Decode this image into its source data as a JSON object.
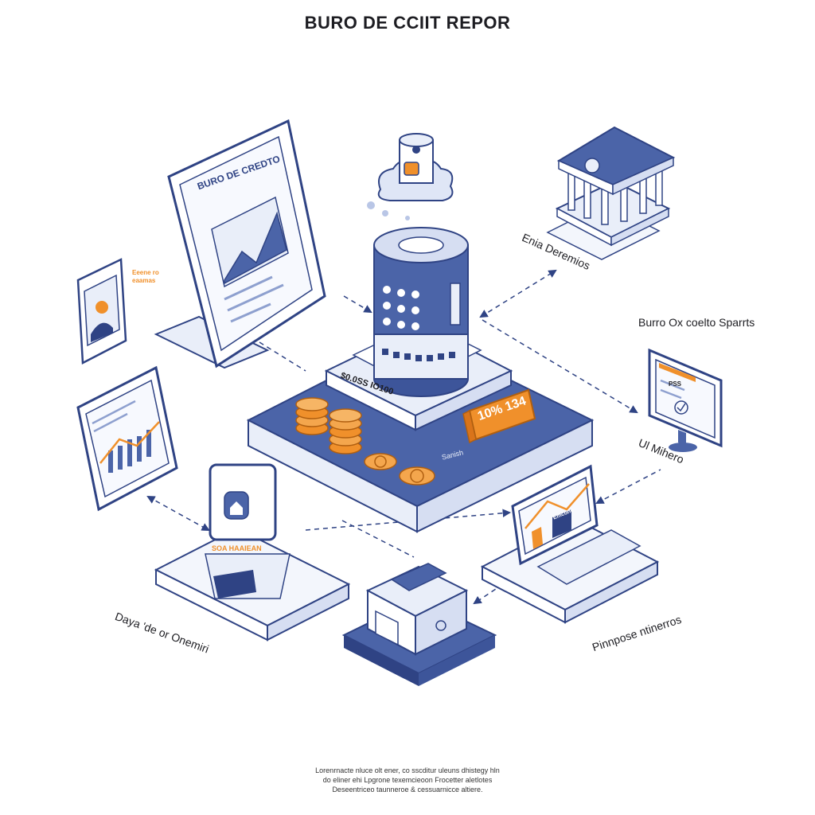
{
  "title": "BURO DE CCIIT REPOR",
  "labels": {
    "tablet_heading": "BURO DE CREDTO",
    "phone_note": "Eeene ro eaamas",
    "platform_amount": "$0.0SS IO100",
    "platform_small": "Sanish",
    "rate_tag": "10% 134",
    "bank": "Enia Deremios",
    "buro_sparts": "Burro Ox coelto Sparrts",
    "monitor_tag": "PSS",
    "monitor": "Ul Mihero",
    "device_tag": "SOA HAAIEAN",
    "laptop_tag": "Emcone",
    "bottom_left": "Daya 'de or Onemiri",
    "bottom_right": "Pinnpose ntinerros"
  },
  "footer": {
    "line1": "Lorenrnacte nluce olt ener, co sscditur uleuns dhistegy hln",
    "line2": "do eliner ehi Lpgrone texemcieoon Frocetter aletlotes",
    "line3": "Deseentriceo taunneroe & cessuarnicce altiere."
  },
  "colors": {
    "primary": "#4b64a8",
    "primary_dark": "#2f4384",
    "light_fill": "#e9eef9",
    "accent": "#f0902b",
    "ink": "#1d1d22"
  },
  "icons": [
    "database-cylinder-icon",
    "cloud-icon",
    "bank-icon",
    "coin-icon",
    "line-chart-icon",
    "user-icon",
    "house-icon",
    "safe-box-icon",
    "checkmark-icon"
  ]
}
